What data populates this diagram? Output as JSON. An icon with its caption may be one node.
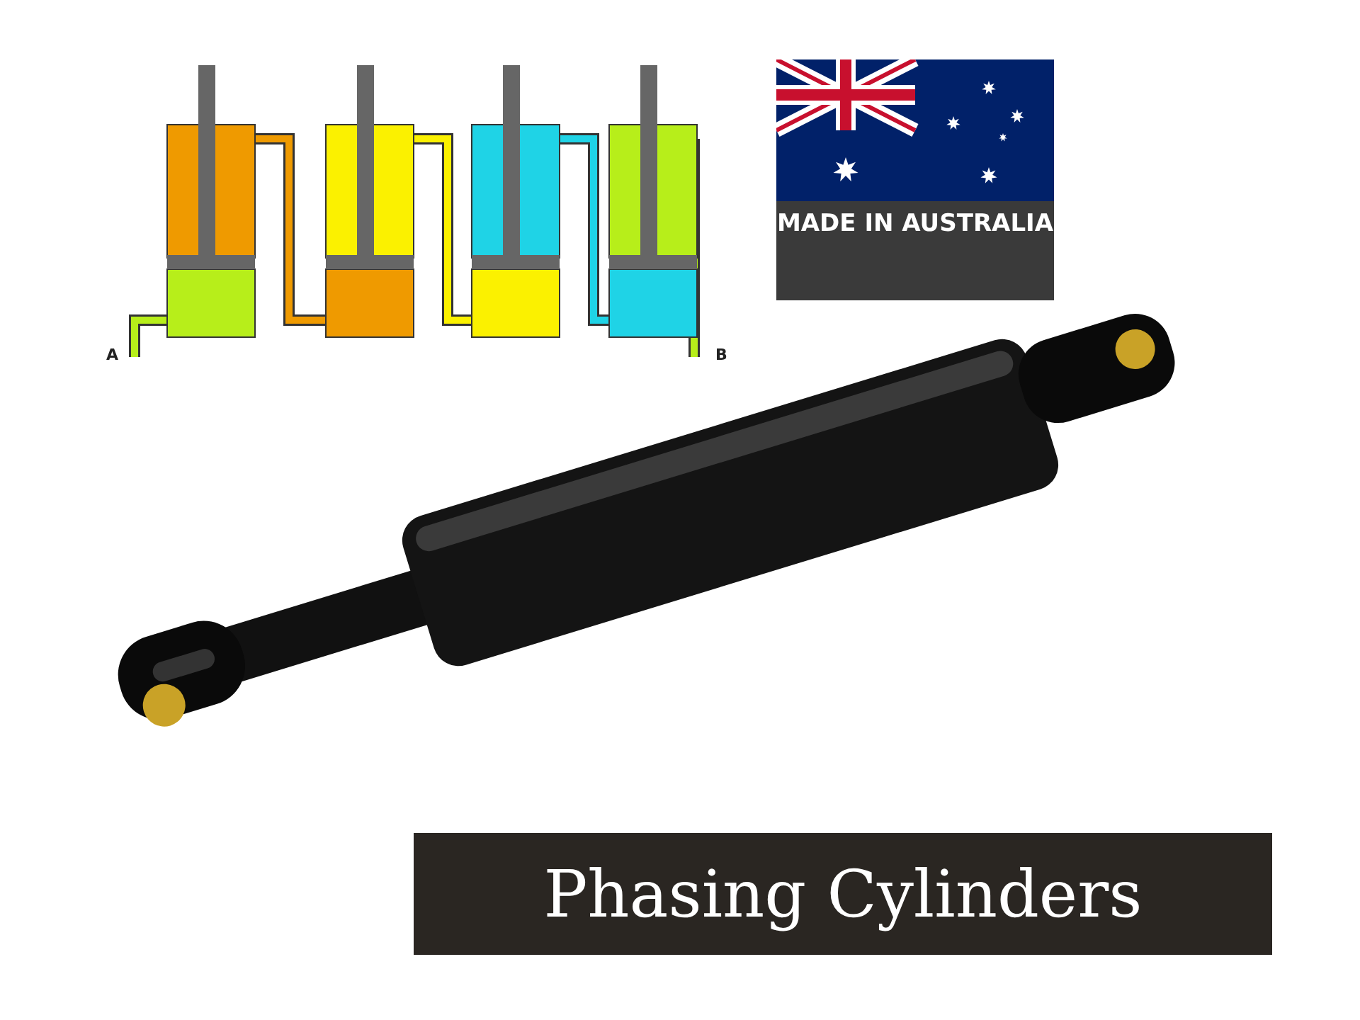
{
  "diagram": {
    "title": "Phasing Cylinders",
    "labels": [
      "A",
      "B",
      "MADE IN AUSTRALIA"
    ]
  }
}
